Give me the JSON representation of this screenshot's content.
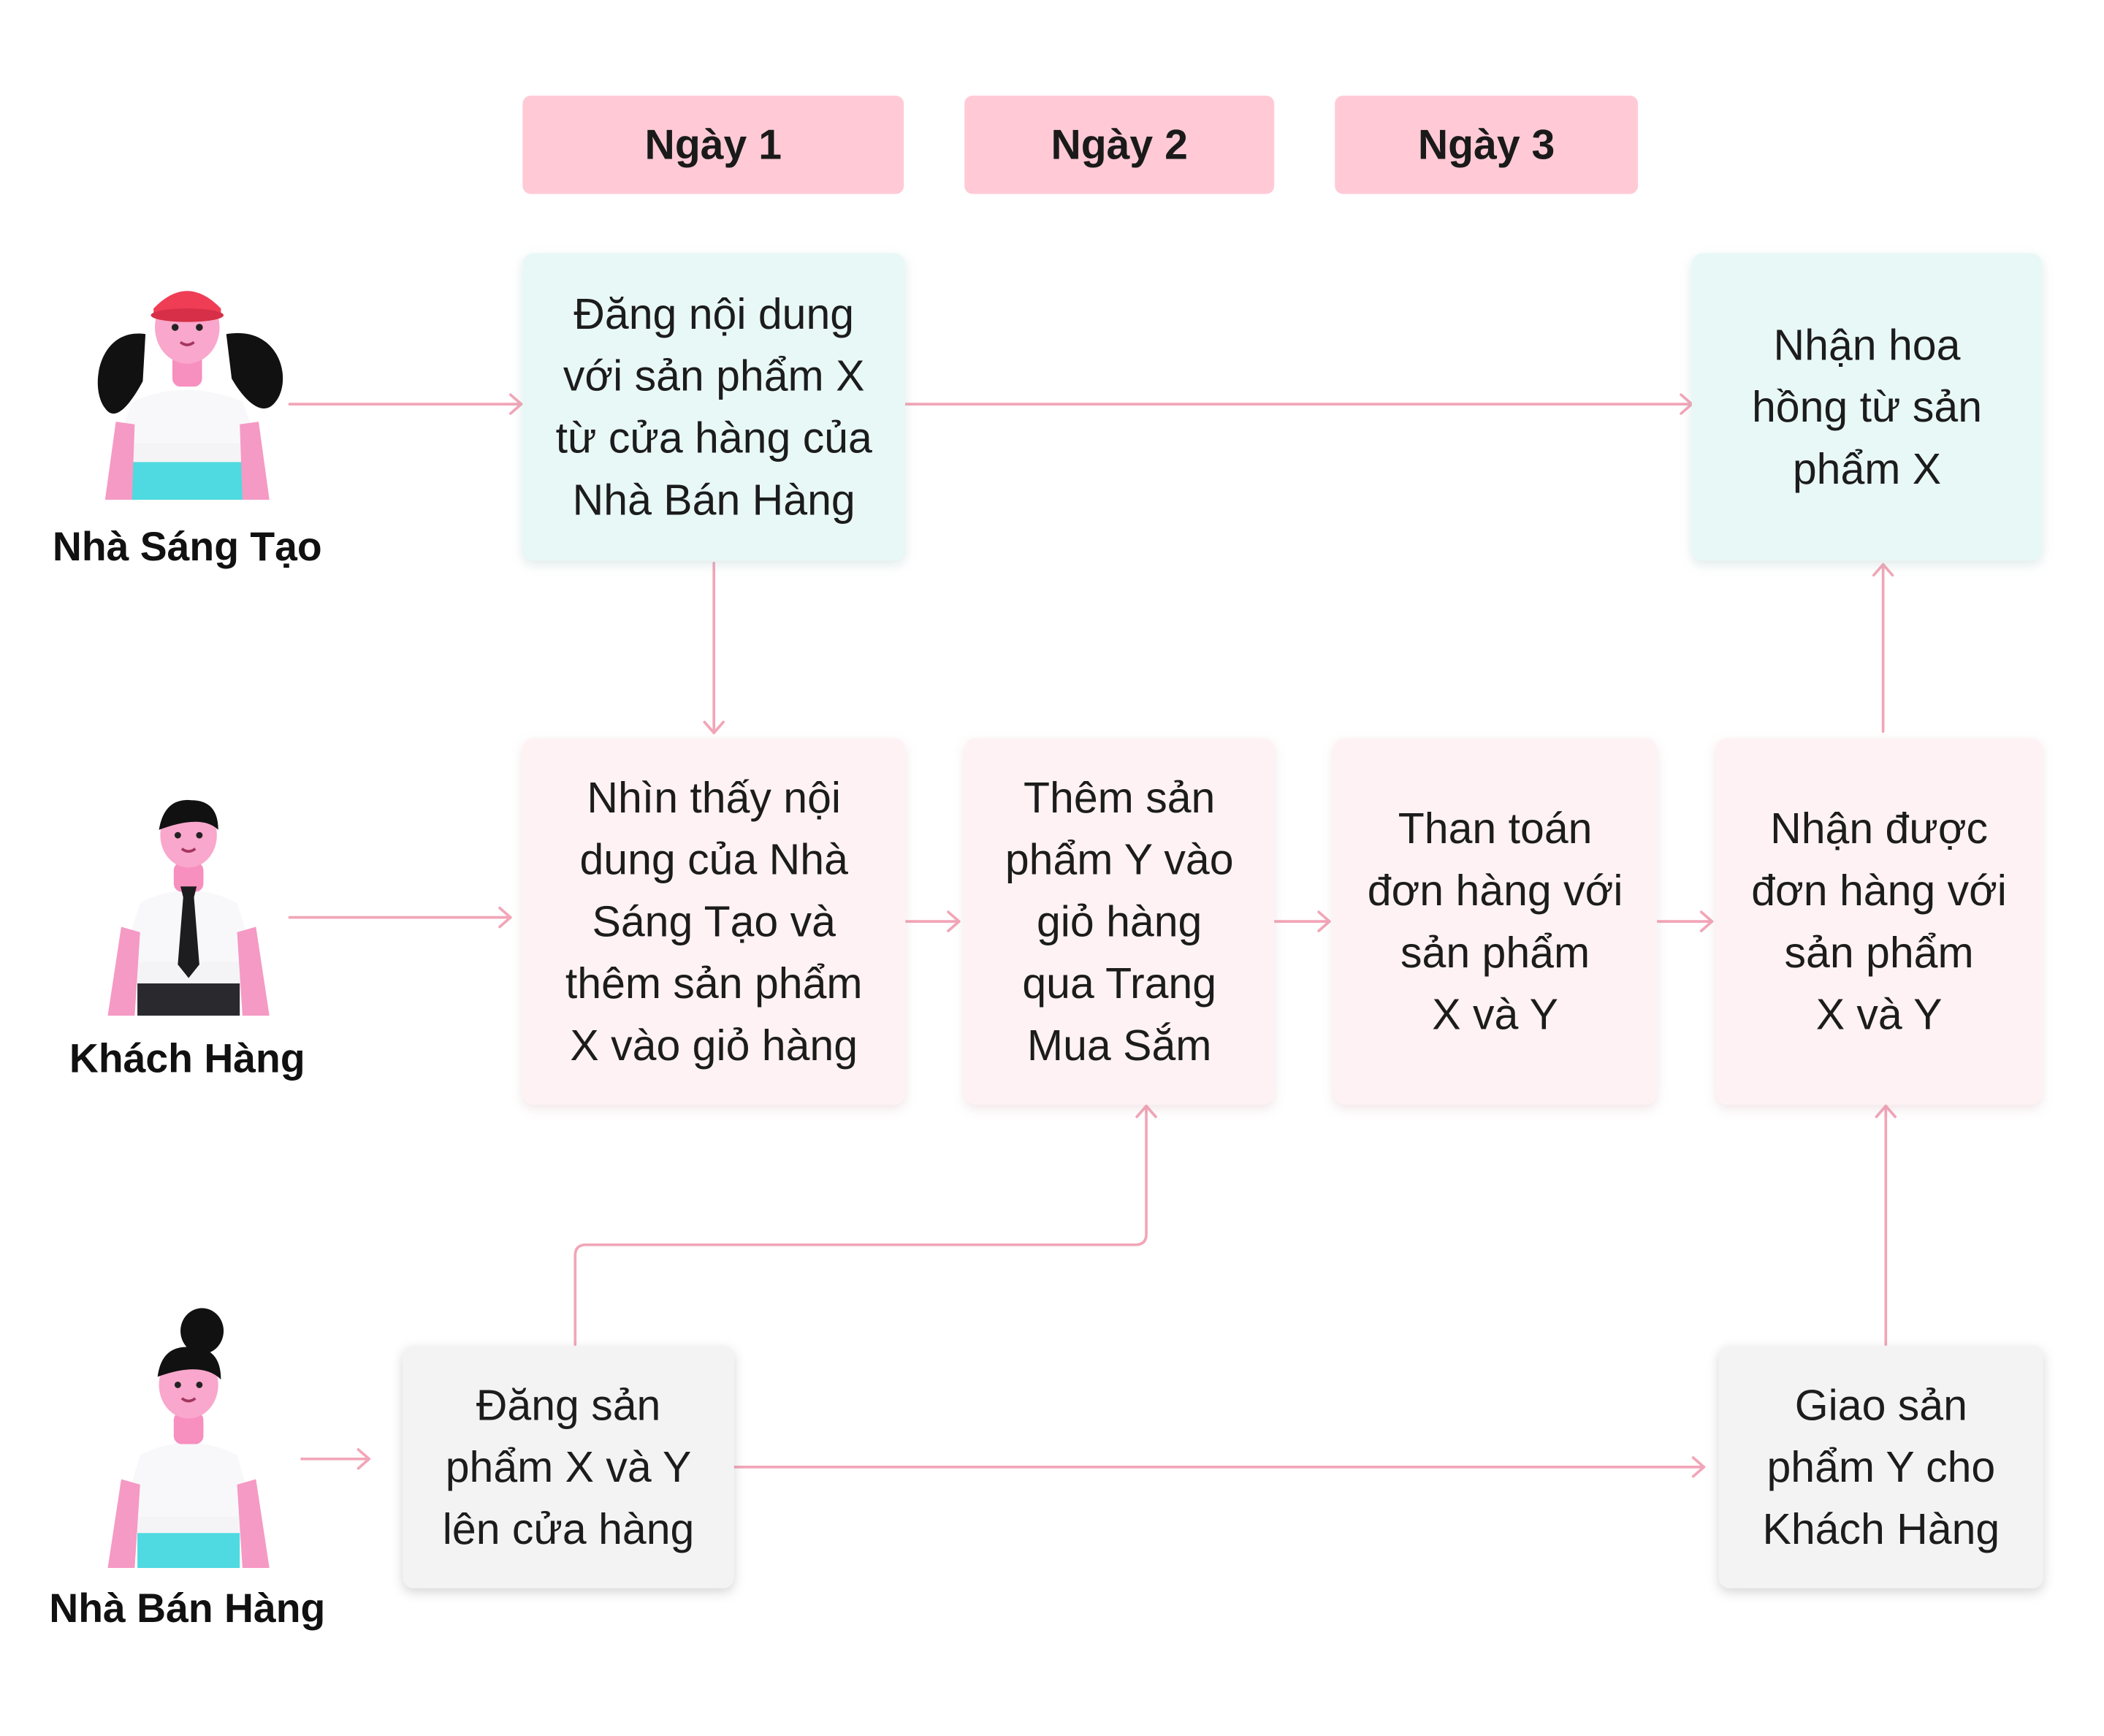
{
  "days": [
    "Ngày 1",
    "Ngày 2",
    "Ngày 3"
  ],
  "actors": {
    "creator": "Nhà Sáng Tạo",
    "customer": "Khách Hàng",
    "seller": "Nhà Bán Hàng"
  },
  "steps": {
    "creator_post": "Đăng nội dung\nvới sản phẩm X\ntừ cửa hàng của\nNhà Bán Hàng",
    "creator_commission": "Nhận hoa\nhồng từ sản\nphẩm X",
    "customer_see": "Nhìn thấy nội\ndung của Nhà\nSáng Tạo và\nthêm sản phẩm\nX vào giỏ hàng",
    "customer_add": "Thêm sản\nphẩm Y vào\ngiỏ hàng\nqua Trang\nMua Sắm",
    "customer_pay": "Than toán\nđơn hàng với\nsản phẩm\nX và Y",
    "customer_receive": "Nhận được\nđơn hàng với\nsản phẩm\nX và Y",
    "seller_list": "Đăng sản\nphẩm X và Y\nlên cửa hàng",
    "seller_ship": "Giao sản\nphẩm Y cho\nKhách Hàng"
  },
  "colors": {
    "day_header": "#ffcad6",
    "creator_box": "#e8f8f7",
    "customer_box": "#fff2f4",
    "seller_box": "#f3f3f3",
    "connector": "#f2a6b8"
  }
}
